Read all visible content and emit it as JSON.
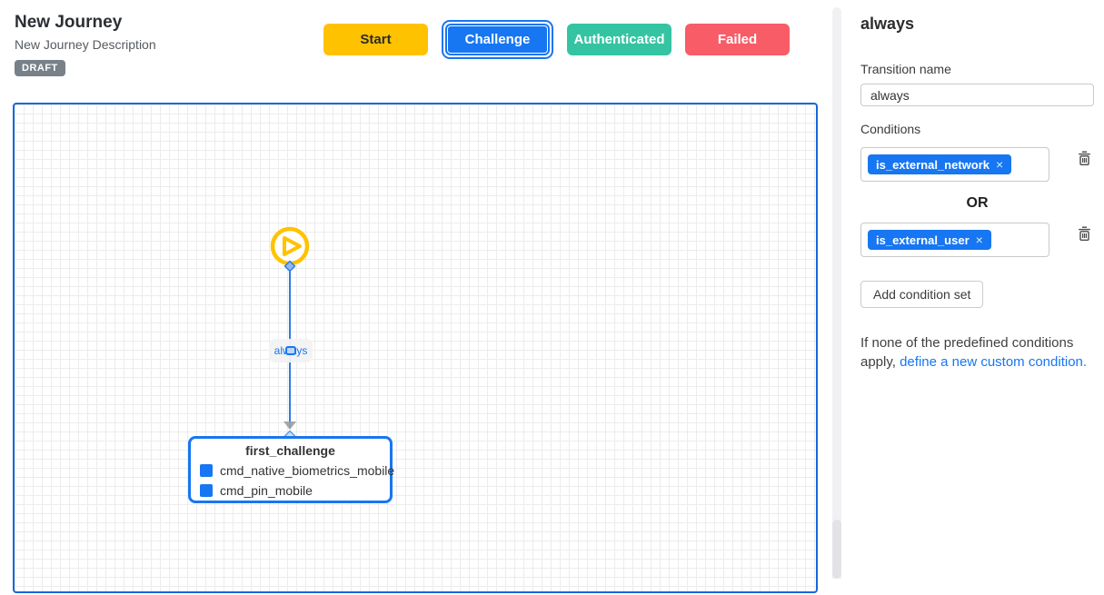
{
  "header": {
    "title": "New Journey",
    "subtitle": "New Journey Description",
    "status_badge": "DRAFT",
    "buttons": [
      {
        "label": "Start",
        "color": "#FFC200",
        "selected": false
      },
      {
        "label": "Challenge",
        "color": "#1776F2",
        "selected": true
      },
      {
        "label": "Authenticated",
        "color": "#35C4A2",
        "selected": false
      },
      {
        "label": "Failed",
        "color": "#F85C67",
        "selected": false
      }
    ]
  },
  "canvas": {
    "start_node_icon": "play-icon",
    "edge": {
      "label": "always"
    },
    "node": {
      "title": "first_challenge",
      "commands": [
        "cmd_native_biometrics_mobile",
        "cmd_pin_mobile"
      ]
    }
  },
  "sidebar": {
    "title": "always",
    "transition_name_label": "Transition name",
    "transition_name_value": "always",
    "conditions_label": "Conditions",
    "or_label": "OR",
    "condition_sets": [
      {
        "chip": "is_external_network",
        "close_glyph": "×"
      },
      {
        "chip": "is_external_user",
        "close_glyph": "×"
      }
    ],
    "add_condition_button": "Add condition set",
    "custom_condition_text": "If none of the predefined conditions apply, ",
    "custom_condition_link": "define a new custom condition."
  },
  "colors": {
    "accent_blue": "#1776F2",
    "start_yellow": "#FFC200",
    "authenticated_teal": "#35C4A2",
    "failed_red": "#F85C67",
    "canvas_border": "#1568DB",
    "grid_line": "#ececec",
    "badge_gray": "#788088"
  }
}
